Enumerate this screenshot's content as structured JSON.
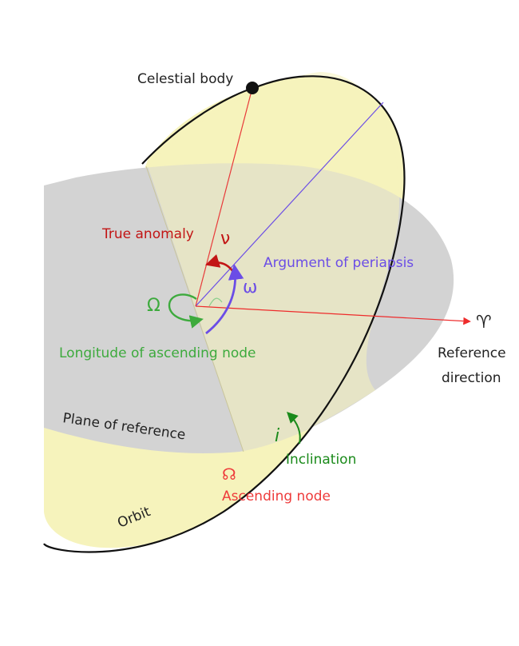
{
  "labels": {
    "celestial_body": "Celestial body",
    "true_anomaly": "True anomaly",
    "argument_of_periapsis": "Argument of periapsis",
    "longitude_of_ascending_node": "Longitude of ascending node",
    "reference_direction_line1": "Reference",
    "reference_direction_line2": "direction",
    "plane_of_reference": "Plane of reference",
    "inclination": "Inclination",
    "ascending_node": "Ascending node",
    "orbit": "Orbit"
  },
  "symbols": {
    "nu": "ν",
    "omega": "ω",
    "Omega": "Ω",
    "aries": "♈",
    "inclination": "i",
    "ascending_node": "☊"
  },
  "colors": {
    "plane_fill": "#d3d3d3",
    "orbit_fill": "#f6f3bc",
    "orbit_stroke": "#111111",
    "true_anomaly": "#c21515",
    "argument_of_periapsis": "#6b4de6",
    "longitude_of_ascending_node": "#3daa3d",
    "reference_direction": "#ee2b2b",
    "inclination": "#1a8a1a",
    "ascending_node": "#ee3b3b",
    "text_default": "#222222"
  }
}
